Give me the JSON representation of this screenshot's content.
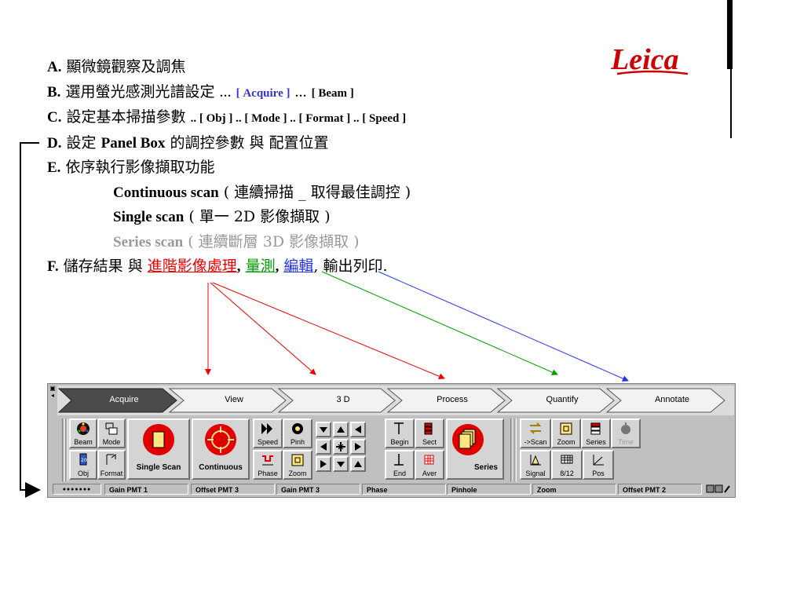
{
  "logo": {
    "text": "Leica",
    "color": "#cc0000"
  },
  "steps": {
    "a": {
      "letter": "A.",
      "text": "顯微鏡觀察及調焦"
    },
    "b": {
      "letter": "B.",
      "text": "選用螢光感測光譜設定",
      "sep1": "…",
      "acquire": "[ Acquire ]",
      "sep2": "…",
      "beam": "[ Beam ]"
    },
    "c": {
      "letter": "C.",
      "text": "設定基本掃描參數",
      "params": ".. [ Obj ] .. [ Mode ] .. [ Format ] .. [ Speed ]"
    },
    "d": {
      "letter": "D.",
      "text1": "設定",
      "panel": "Panel Box",
      "text2": "的調控參數 與 配置位置"
    },
    "e": {
      "letter": "E.",
      "text": "依序執行影像擷取功能",
      "items": [
        {
          "name": "Continuous scan",
          "desc": "( 連續掃描 _ 取得最佳調控 )"
        },
        {
          "name": "Single scan",
          "desc": "( 單一 2D 影像擷取 )"
        },
        {
          "name": "Series scan",
          "desc": "( 連續斷層 3D 影像擷取 )"
        }
      ]
    },
    "f": {
      "letter": "F.",
      "text1": "儲存結果 與",
      "red": "進階影像處理",
      "comma1": ",",
      "green": "量測",
      "comma2": ",",
      "blue": "編輯",
      "text2": ", 輸出列印."
    }
  },
  "colors": {
    "red": "#ee0000",
    "green": "#00a000",
    "blue": "#2233ee",
    "grey": "#999999"
  },
  "toolbar": {
    "tabs": [
      "Acquire",
      "View",
      "3 D",
      "Process",
      "Quantify",
      "Annotate"
    ],
    "active_tab": "Acquire",
    "buttons": {
      "beam": "Beam",
      "mode": "Mode",
      "obj": "Obj",
      "format": "Format",
      "single_scan": "Single Scan",
      "continuous": "Continuous",
      "speed": "Speed",
      "pinh": "Pinh",
      "phase": "Phase",
      "zoom": "Zoom",
      "begin": "Begin",
      "sect": "Sect",
      "end": "End",
      "aver": "Aver",
      "series": "Series",
      "to_scan": "->Scan",
      "zoom2": "Zoom",
      "series2": "Series",
      "time": "Time",
      "signal": "Signal",
      "ratio": "8/12",
      "pos": "Pos"
    },
    "status": [
      "Gain PMT 1",
      "Offset PMT 3",
      "Gain PMT 3",
      "Phase",
      "Pinhole",
      "Zoom",
      "Offset PMT 2"
    ],
    "status_dots": "●●●●●●●"
  }
}
